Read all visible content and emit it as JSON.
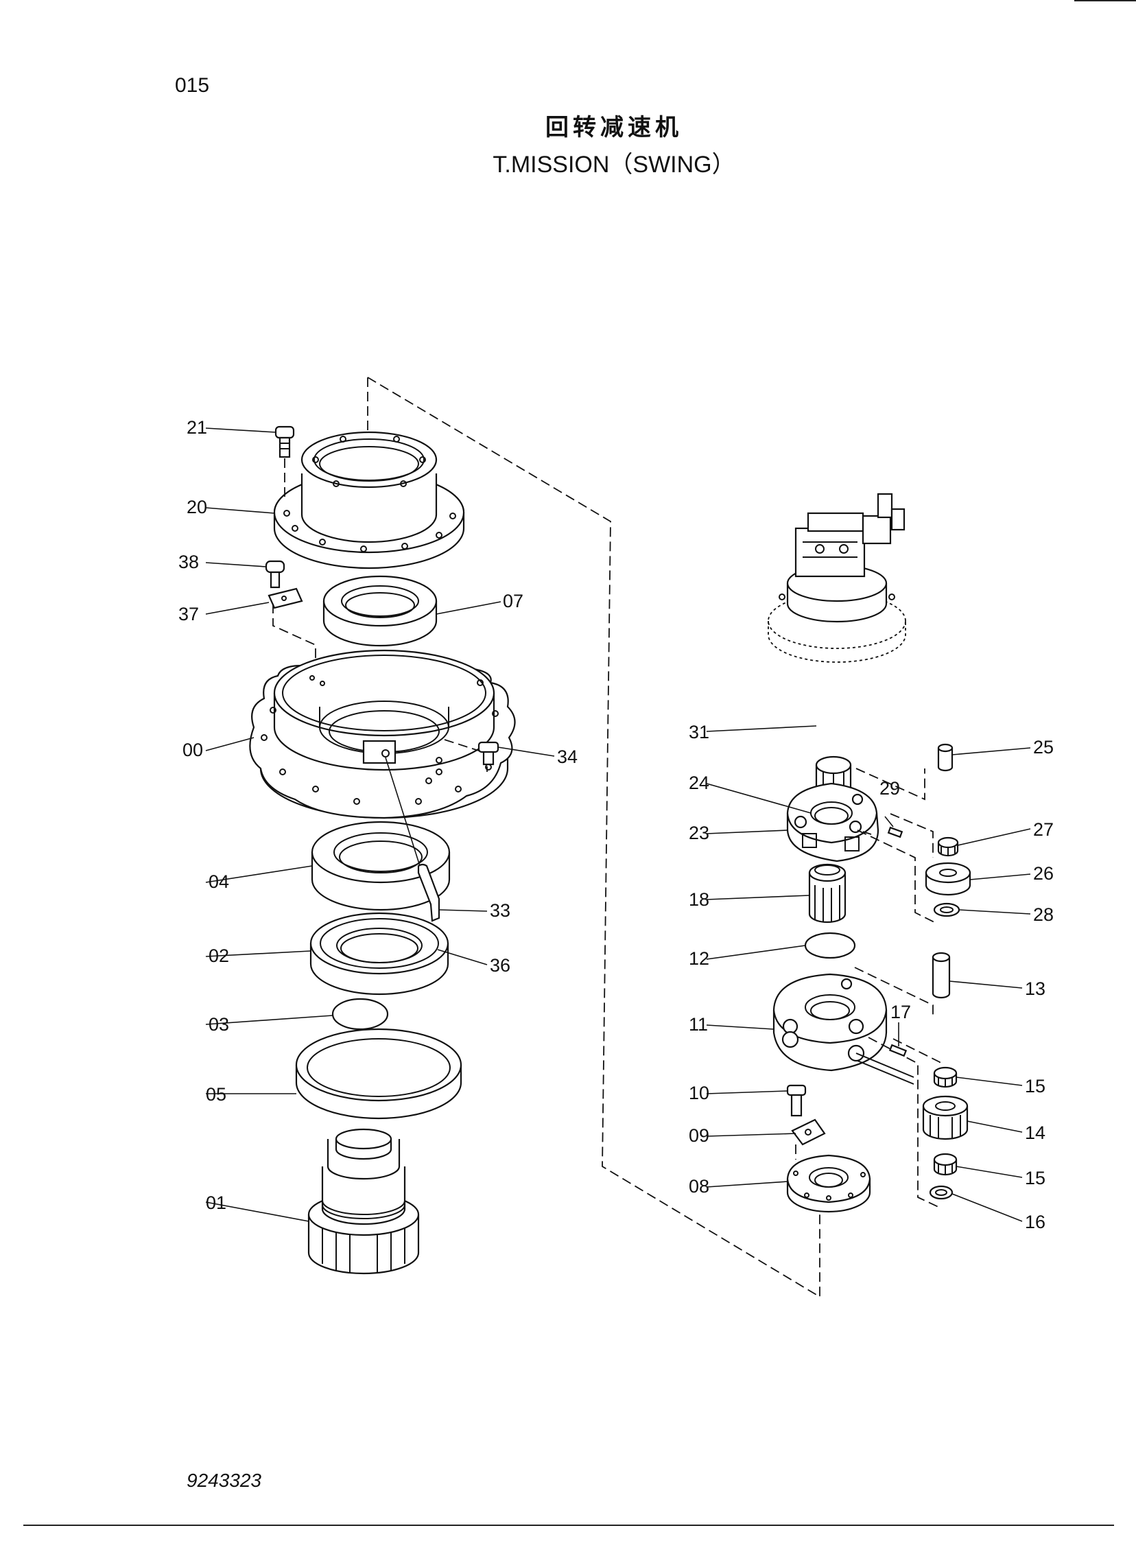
{
  "page_number": "015",
  "title_cn": "回转减速机",
  "title_en": "T.MISSION（SWING）",
  "document_number": "9243323",
  "part_labels": {
    "p21": "21",
    "p20": "20",
    "p38": "38",
    "p37": "37",
    "p07": "07",
    "p00": "00",
    "p34": "34",
    "p04": "04",
    "p33": "33",
    "p02": "02",
    "p36": "36",
    "p03": "03",
    "p05": "05",
    "p01": "01",
    "p31": "31",
    "p25": "25",
    "p24": "24",
    "p29": "29",
    "p23": "23",
    "p27": "27",
    "p26": "26",
    "p18": "18",
    "p28": "28",
    "p12": "12",
    "p13": "13",
    "p11": "11",
    "p17": "17",
    "p15a": "15",
    "p10": "10",
    "p14": "14",
    "p09": "09",
    "p15b": "15",
    "p08": "08",
    "p16": "16"
  }
}
